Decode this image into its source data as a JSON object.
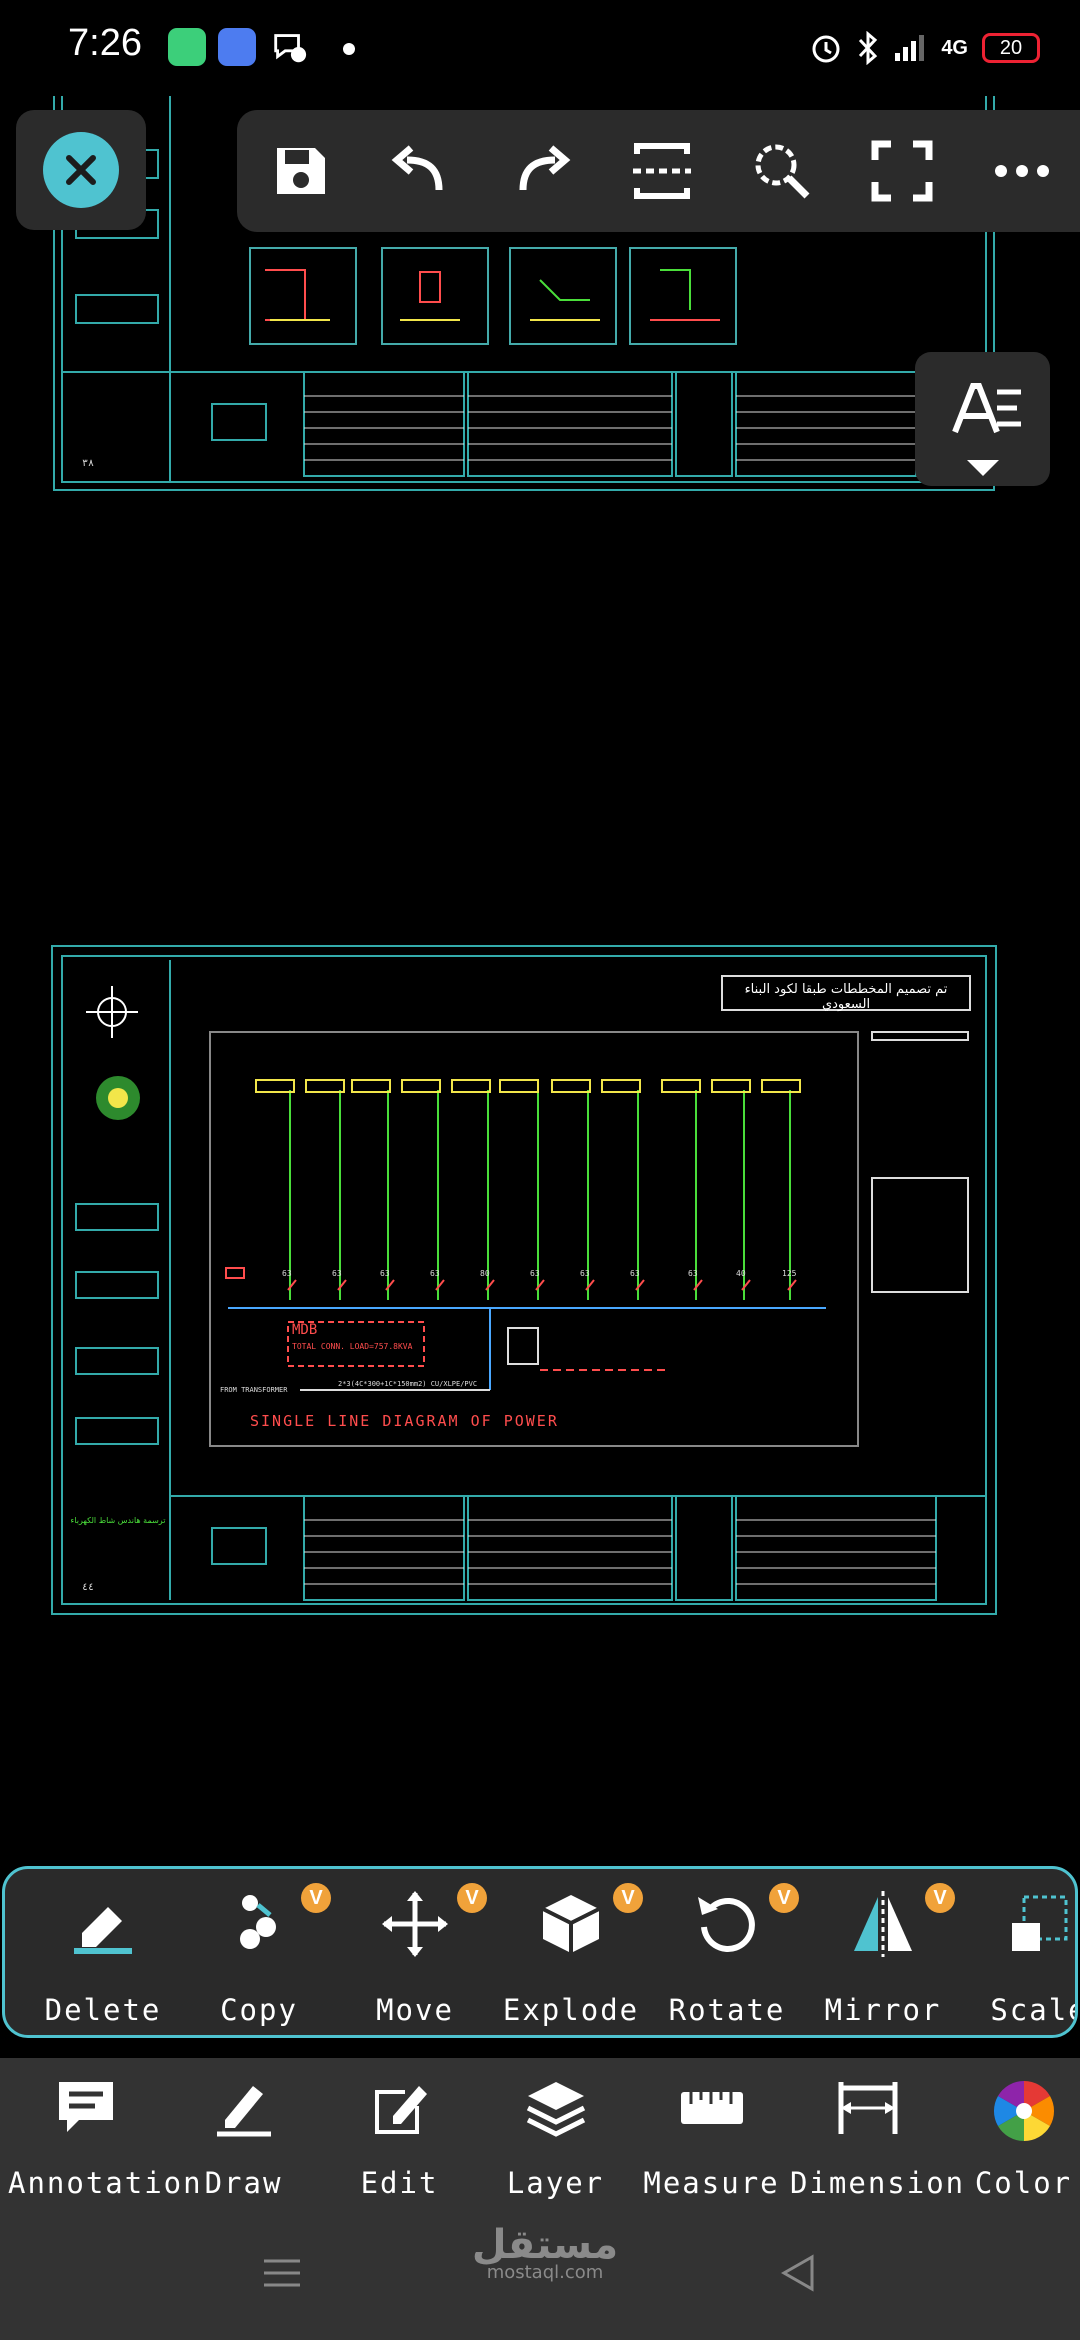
{
  "status_bar": {
    "time": "7:26",
    "network": "4G",
    "battery": "20",
    "icons": [
      "battery-saver-icon",
      "multitask-icon",
      "messenger-icon",
      "alarm-icon",
      "bluetooth-icon",
      "signal-icon"
    ]
  },
  "toolbar": {
    "items": [
      "close-icon",
      "save-icon",
      "undo-icon",
      "redo-icon",
      "select-icon",
      "zoom-icon",
      "fullscreen-icon",
      "more-icon"
    ]
  },
  "drawing": {
    "sheet2_note": "تم تصميم المخططات طبقا لكود البناء السعودي",
    "diagram_title": "SINGLE LINE DIAGRAM OF POWER",
    "mdb_title": "MDB",
    "mdb_load": "TOTAL CONN. LOAD=757.8KVA",
    "from_transformer": "FROM TRANSFORMER",
    "cable_note": "2*3(4C*300+1C*150mm2) CU/XLPE/PVC",
    "breaker_values": [
      "63",
      "63",
      "63",
      "63",
      "80",
      "63",
      "63",
      "63",
      "63",
      "40",
      "125"
    ],
    "sheet1_number": "٣٨",
    "sheet2_number": "٤٤",
    "sheet2_owner_note": "ترسمة هاندس شاط الكهرباء"
  },
  "edit_tools": [
    {
      "label": "Delete",
      "icon": "eraser-icon",
      "vip": false
    },
    {
      "label": "Copy",
      "icon": "copy-icon",
      "vip": true
    },
    {
      "label": "Move",
      "icon": "move-icon",
      "vip": true
    },
    {
      "label": "Explode",
      "icon": "explode-icon",
      "vip": true
    },
    {
      "label": "Rotate",
      "icon": "rotate-icon",
      "vip": true
    },
    {
      "label": "Mirror",
      "icon": "mirror-icon",
      "vip": true
    },
    {
      "label": "Scale",
      "icon": "scale-icon",
      "vip": false
    }
  ],
  "badge_text": "V",
  "menu": [
    {
      "label": "Annotation",
      "icon": "annotation-icon"
    },
    {
      "label": "Draw",
      "icon": "pencil-icon"
    },
    {
      "label": "Edit",
      "icon": "edit-icon"
    },
    {
      "label": "Layer",
      "icon": "layers-icon"
    },
    {
      "label": "Measure",
      "icon": "ruler-icon"
    },
    {
      "label": "Dimension",
      "icon": "dimension-icon"
    },
    {
      "label": "Color",
      "icon": "color-wheel-icon"
    }
  ],
  "watermark": {
    "arabic": "مستقل",
    "latin": "mostaql.com"
  },
  "colors": {
    "accent": "#4fc3d0",
    "badge": "#f0a23a",
    "cad_green": "#4ade3a",
    "cad_red": "#ff4d4d",
    "cad_yellow": "#f2e64a"
  }
}
